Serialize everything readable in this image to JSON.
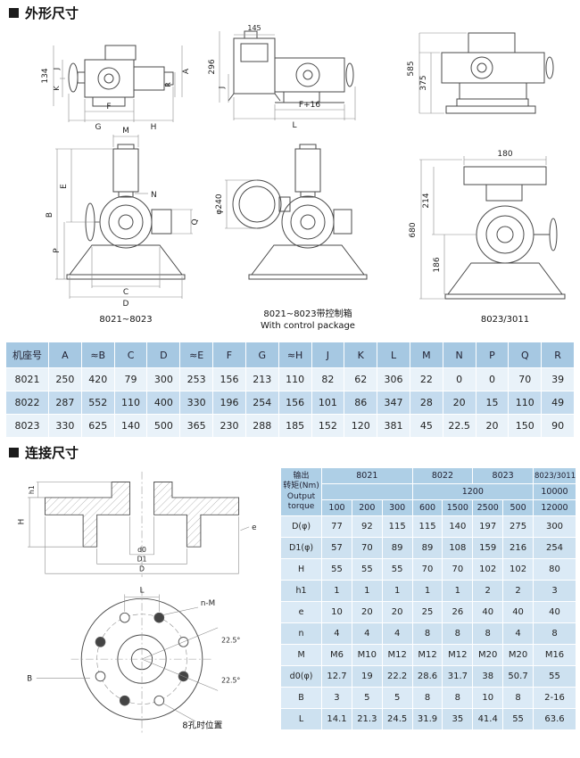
{
  "sections": {
    "outline_title": "外形尺寸",
    "connection_title": "连接尺寸"
  },
  "drawings": {
    "v1": {
      "d134": "134",
      "j": "J",
      "k": "K",
      "a": "A",
      "r": "R",
      "f": "F",
      "g": "G",
      "h": "H"
    },
    "v2": {
      "d296": "296",
      "d145": "145",
      "j": "J",
      "f16": "F+16",
      "l": "L"
    },
    "v3": {
      "d585": "585",
      "d375": "375"
    },
    "v4": {
      "m": "M",
      "n": "N",
      "e": "E",
      "b": "B",
      "p": "P",
      "q": "Q",
      "c": "C",
      "d": "D"
    },
    "v5": {
      "phi": "φ240"
    },
    "v6": {
      "d180": "180",
      "d214": "214",
      "d186": "186",
      "d680": "680"
    },
    "captions": {
      "left": "8021~8023",
      "mid1": "8021~8023带控制箱",
      "mid2": "With control package",
      "right": "8023/3011"
    },
    "conn": {
      "h": "H",
      "h1": "h1",
      "e": "e",
      "d0": "d0",
      "d1": "D1",
      "d": "D",
      "l": "L",
      "nm": "n-M",
      "a1": "22.5°",
      "a2": "22.5°",
      "b": "B",
      "note": "8孔时位置"
    }
  },
  "table1": {
    "headers": [
      "机座号",
      "A",
      "≈B",
      "C",
      "D",
      "≈E",
      "F",
      "G",
      "≈H",
      "J",
      "K",
      "L",
      "M",
      "N",
      "P",
      "Q",
      "R"
    ],
    "rows": [
      [
        "8021",
        "250",
        "420",
        "79",
        "300",
        "253",
        "156",
        "213",
        "110",
        "82",
        "62",
        "306",
        "22",
        "0",
        "0",
        "70",
        "39"
      ],
      [
        "8022",
        "287",
        "552",
        "110",
        "400",
        "330",
        "196",
        "254",
        "156",
        "101",
        "86",
        "347",
        "28",
        "20",
        "15",
        "110",
        "49"
      ],
      [
        "8023",
        "330",
        "625",
        "140",
        "500",
        "365",
        "230",
        "288",
        "185",
        "152",
        "120",
        "381",
        "45",
        "22.5",
        "20",
        "150",
        "90"
      ]
    ]
  },
  "table2": {
    "corner_label": "输出\n转矩(Nm)\nOutput\ntorque",
    "models": [
      "8021",
      "8022",
      "8023",
      "8023/3011"
    ],
    "torque_mid": "1200",
    "torque_right": "10000",
    "torque_values": [
      "100",
      "200",
      "300",
      "600",
      "1500",
      "2500",
      "500",
      "12000"
    ],
    "rows": [
      {
        "label": "D(φ)",
        "values": [
          "77",
          "92",
          "115",
          "115",
          "140",
          "197",
          "275",
          "300"
        ]
      },
      {
        "label": "D1(φ)",
        "values": [
          "57",
          "70",
          "89",
          "89",
          "108",
          "159",
          "216",
          "254"
        ]
      },
      {
        "label": "H",
        "values": [
          "55",
          "55",
          "55",
          "70",
          "70",
          "102",
          "102",
          "80"
        ]
      },
      {
        "label": "h1",
        "values": [
          "1",
          "1",
          "1",
          "1",
          "1",
          "2",
          "2",
          "3"
        ]
      },
      {
        "label": "e",
        "values": [
          "10",
          "20",
          "20",
          "25",
          "26",
          "40",
          "40",
          "40"
        ]
      },
      {
        "label": "n",
        "values": [
          "4",
          "4",
          "4",
          "8",
          "8",
          "8",
          "4",
          "8"
        ]
      },
      {
        "label": "M",
        "values": [
          "M6",
          "M10",
          "M12",
          "M12",
          "M12",
          "M20",
          "M20",
          "M16"
        ]
      },
      {
        "label": "d0(φ)",
        "values": [
          "12.7",
          "19",
          "22.2",
          "28.6",
          "31.7",
          "38",
          "50.7",
          "55"
        ]
      },
      {
        "label": "B",
        "values": [
          "3",
          "5",
          "5",
          "8",
          "8",
          "10",
          "8",
          "2-16"
        ]
      },
      {
        "label": "L",
        "values": [
          "14.1",
          "21.3",
          "24.5",
          "31.9",
          "35",
          "41.4",
          "55",
          "63.6"
        ]
      }
    ]
  }
}
